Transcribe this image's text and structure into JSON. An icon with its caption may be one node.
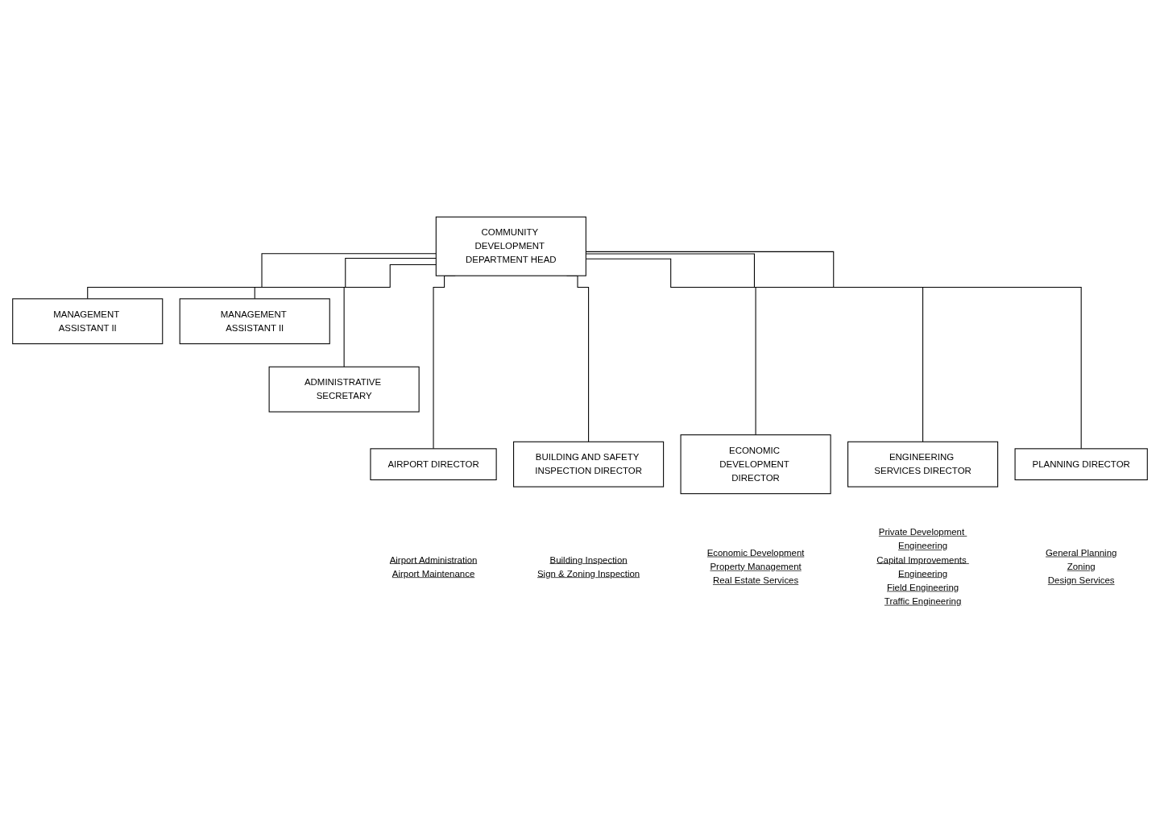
{
  "diagram": {
    "nodes": [
      {
        "text": [
          "COMMUNITY DEVELOPMENT DEPARTMENT HEAD"
        ]
      },
      {
        "text": [
          "MANAGEMENT ASSISTANT II"
        ]
      },
      {
        "text": [
          "MANAGEMENT ASSISTANT II"
        ]
      },
      {
        "text": [
          "ADMINISTRATIVE SECRETARY"
        ]
      },
      {
        "text": [
          "AIRPORT DIRECTOR"
        ],
        "beside": [
          "Airport Administration",
          "Airport Maintenance"
        ]
      },
      {
        "text": [
          "BUILDING AND SAFETY INSPECTION DIRECTOR"
        ],
        "beside": [
          "Building Inspection",
          "Sign & Zoning Inspection"
        ]
      },
      {
        "text": [
          "ECONOMIC DEVELOPMENT DIRECTOR"
        ],
        "beside": [
          "Economic Development",
          "Property Management",
          "Real Estate Services"
        ]
      },
      {
        "text": [
          "ENGINEERING SERVICES DIRECTOR"
        ],
        "beside": [
          "Private Development Engineering",
          "Capital Improvements Engineering",
          "Field Engineering",
          "Traffic Engineering"
        ]
      },
      {
        "text": [
          "PLANNING DIRECTOR"
        ],
        "beside": [
          "General Planning",
          "Zoning",
          "Design Services"
        ]
      }
    ],
    "edges": [
      {
        "from": 0,
        "to": 1,
        "arrow": "none"
      },
      {
        "from": 0,
        "to": 2,
        "arrow": "none"
      },
      {
        "from": 0,
        "to": 3,
        "arrow": "none"
      },
      {
        "from": 0,
        "to": 4,
        "arrow": "none"
      },
      {
        "from": 0,
        "to": 5,
        "arrow": "none"
      },
      {
        "from": 0,
        "to": 6,
        "arrow": "none"
      },
      {
        "from": 0,
        "to": 7,
        "arrow": "none"
      },
      {
        "from": 0,
        "to": 8,
        "arrow": "none"
      }
    ]
  }
}
